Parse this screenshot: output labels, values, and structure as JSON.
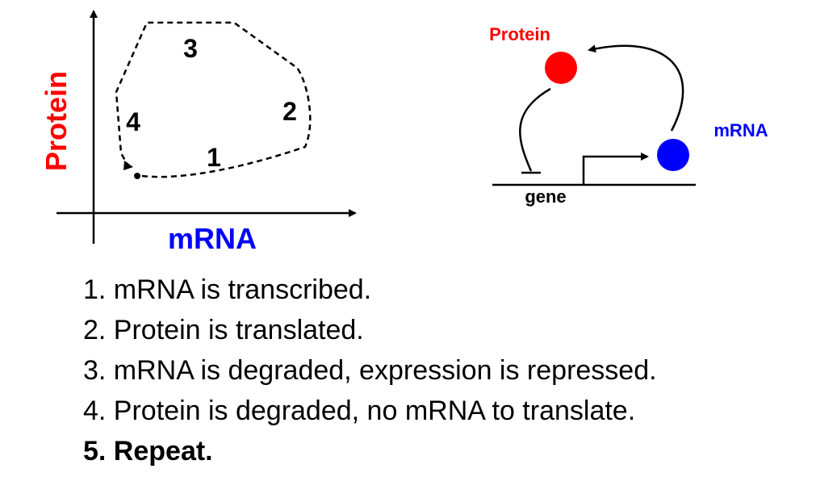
{
  "phase_plot": {
    "y_axis_label": "Protein",
    "x_axis_label": "mRNA",
    "stage_labels": [
      "1",
      "2",
      "3",
      "4"
    ]
  },
  "circuit": {
    "protein_label": "Protein",
    "mrna_label": "mRNA",
    "gene_label": "gene"
  },
  "colors": {
    "protein": "#ff0000",
    "mrna": "#0000ff",
    "ink": "#000000"
  },
  "steps": [
    "1. mRNA is transcribed.",
    "2. Protein is translated.",
    "3. mRNA is degraded, expression is repressed.",
    "4. Protein is degraded, no mRNA to translate.",
    "5. Repeat."
  ]
}
